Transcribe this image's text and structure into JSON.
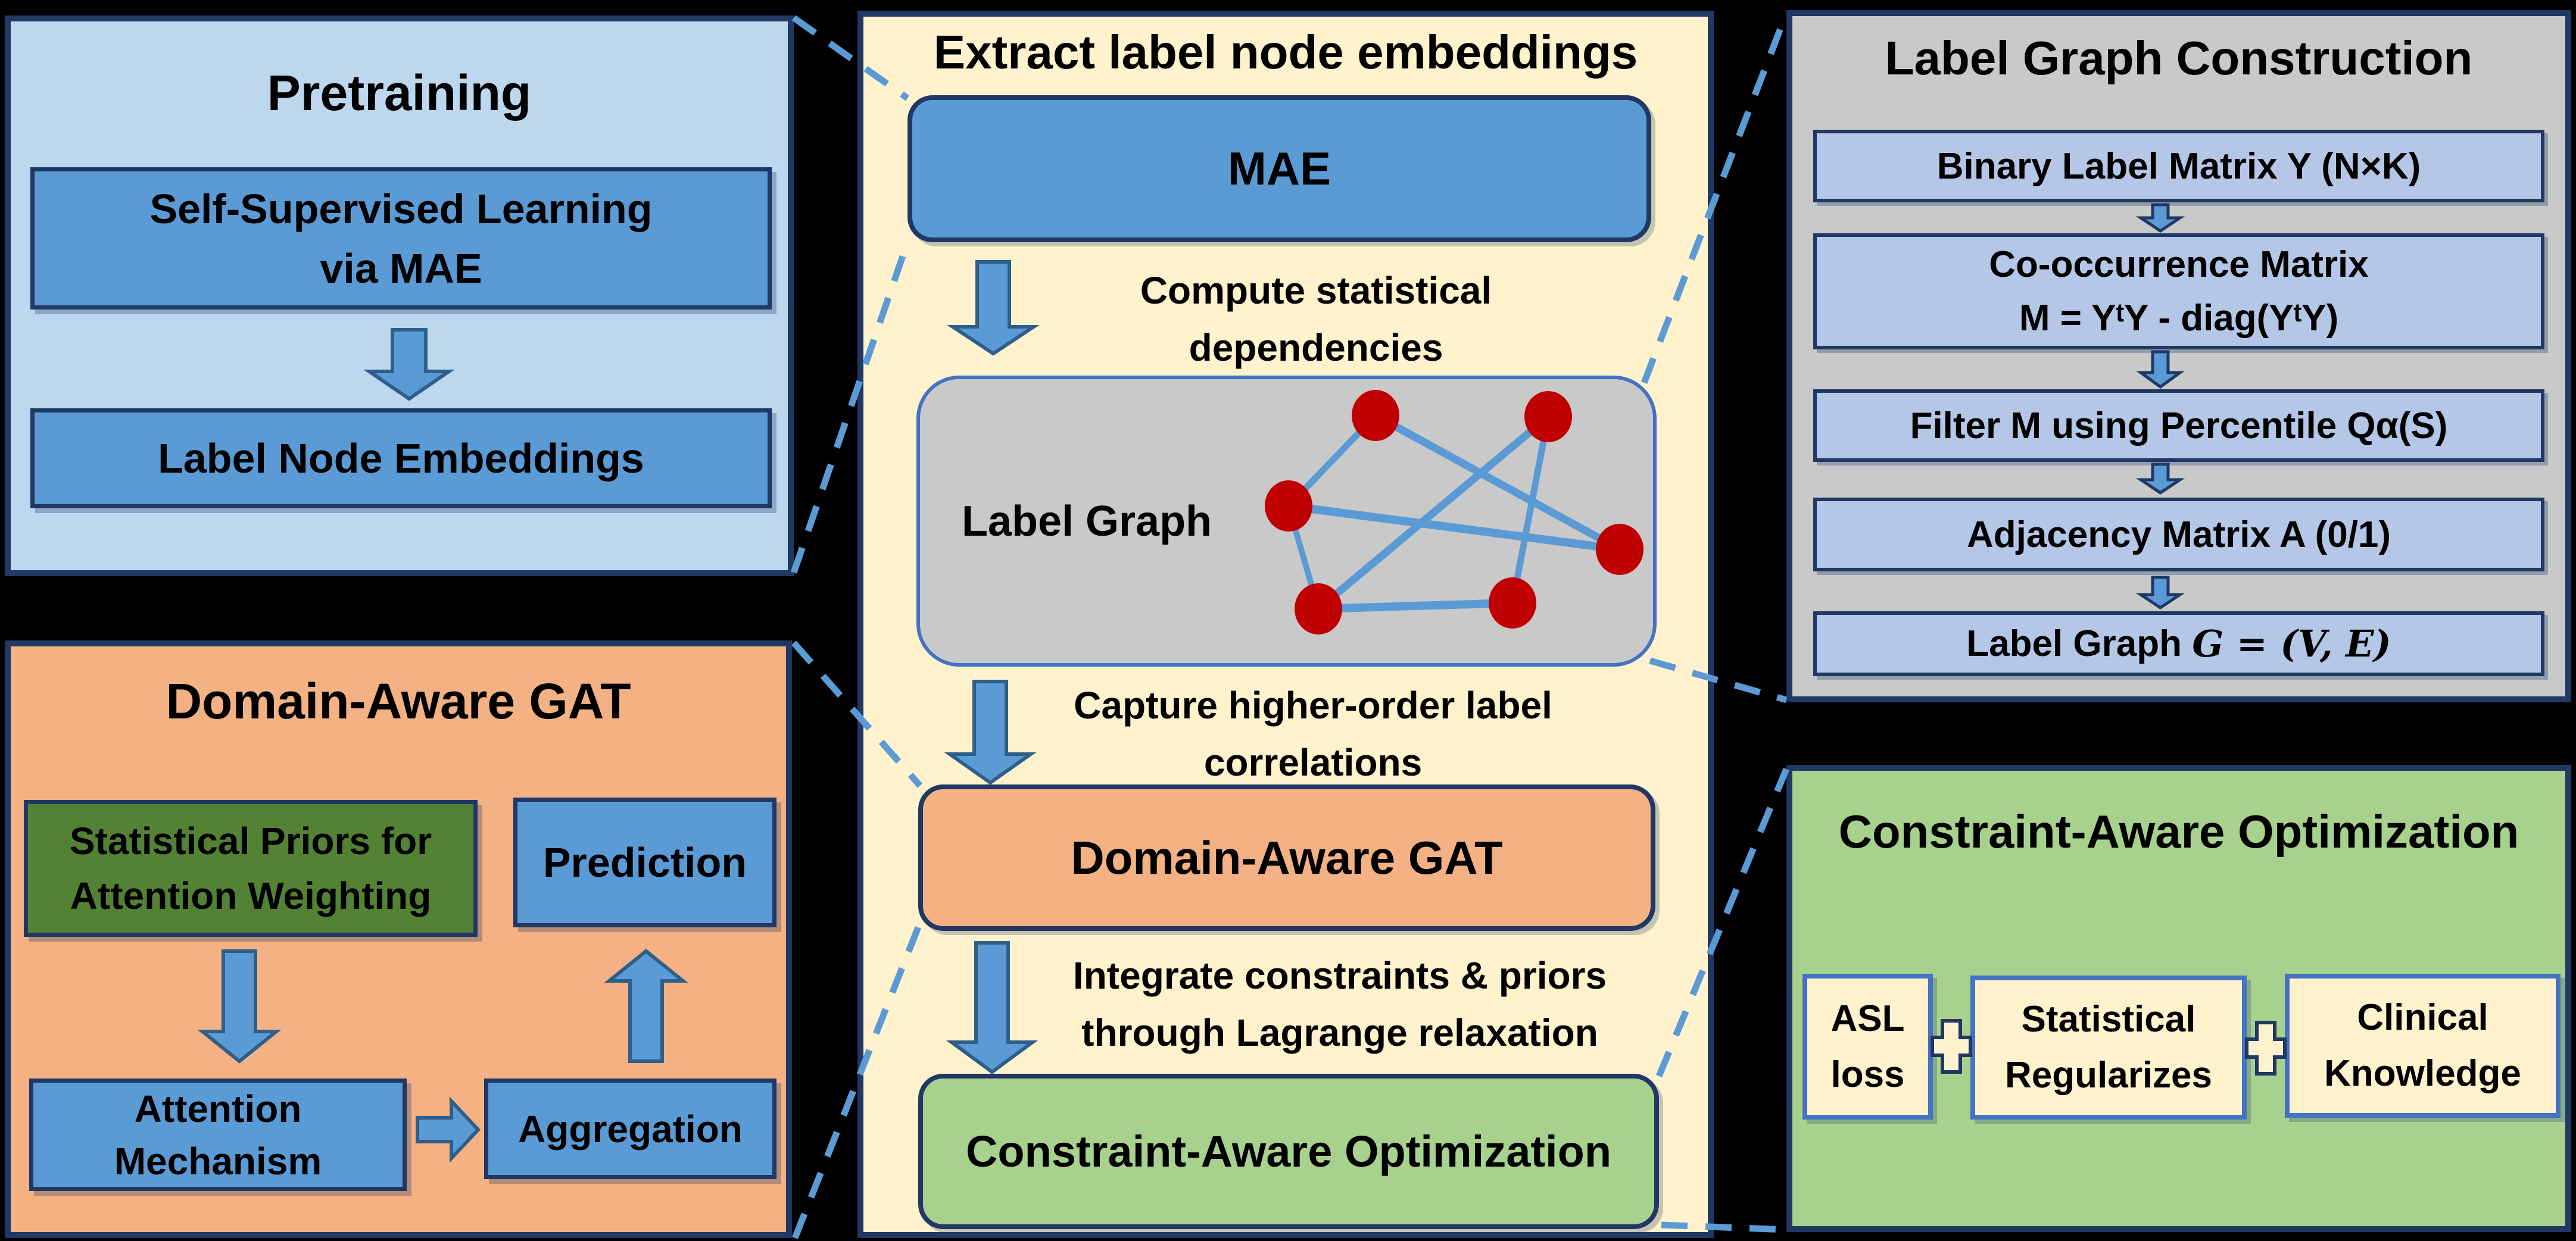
{
  "palette": {
    "background": "#000000",
    "panel_light_blue": "#BDD7EE",
    "panel_orange": "#F4B183",
    "panel_cream": "#FFF2CC",
    "panel_gray": "#C9C9C9",
    "panel_green": "#A9D18E",
    "box_blue": "#5B9BD5",
    "box_dark_green": "#548235",
    "box_periwinkle": "#B4C7E7",
    "node_red": "#C00000",
    "arrow_blue": "#5B9BD5",
    "border_navy": "#1F3864",
    "border_blue": "#4472C4"
  },
  "pretraining": {
    "title": "Pretraining",
    "ssl_line1": "Self-Supervised Learning",
    "ssl_line2": "via MAE",
    "embeddings": "Label Node Embeddings"
  },
  "domain_gat": {
    "title": "Domain-Aware GAT",
    "priors_line1": "Statistical Priors for",
    "priors_line2": "Attention Weighting",
    "prediction": "Prediction",
    "attention_line1": "Attention",
    "attention_line2": "Mechanism",
    "aggregation": "Aggregation"
  },
  "center": {
    "title": "Extract label node embeddings",
    "mae": "MAE",
    "note1_line1": "Compute statistical",
    "note1_line2": "dependencies",
    "label_graph": "Label Graph",
    "note2_line1": "Capture higher-order label",
    "note2_line2": "correlations",
    "gat": "Domain-Aware GAT",
    "note3_line1": "Integrate constraints & priors",
    "note3_line2": "through Lagrange relaxation",
    "cao": "Constraint-Aware Optimization"
  },
  "graph_construction": {
    "title": "Label Graph Construction",
    "step1": "Binary Label Matrix Y (N×K)",
    "step2_line1": "Co-occurrence Matrix",
    "step2_line2": "M = YᵗY - diag(YᵗY)",
    "step3": "Filter M using Percentile Qα(S)",
    "step4": "Adjacency Matrix A (0/1)",
    "step5_prefix": "Label Graph",
    "step5_formula": "G = (V, E)"
  },
  "constraint_opt": {
    "title": "Constraint-Aware Optimization",
    "asl_line1": "ASL",
    "asl_line2": "loss",
    "reg_line1": "Statistical",
    "reg_line2": "Regularizes",
    "clin_line1": "Clinical",
    "clin_line2": "Knowledge"
  }
}
